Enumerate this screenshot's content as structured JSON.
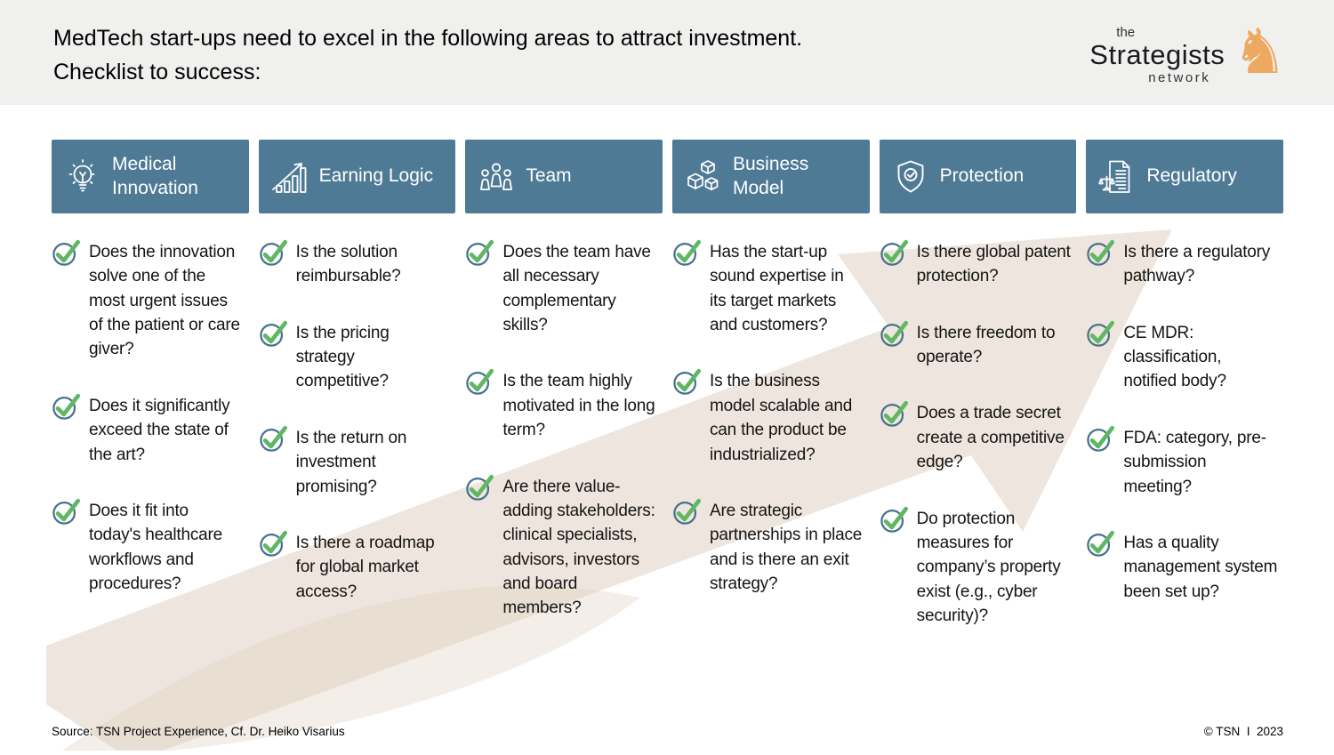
{
  "header": {
    "title_line1": "MedTech start-ups need to excel in the following areas to attract investment.",
    "title_line2": "Checklist to success:",
    "logo": {
      "top": "the",
      "main": "Strategists",
      "bottom": "network",
      "knight_icon": "chess-knight-icon",
      "knight_glyph": "♞"
    }
  },
  "colors": {
    "band_gray": "#F0F0EF",
    "header_blue": "#4F7A96",
    "check_green": "#5FB763",
    "check_ring": "#47718D",
    "arrow_beige": "#DDCEBD",
    "knight_orange": "#EDA95F"
  },
  "columns": [
    {
      "title": "Medical Innovation",
      "icon": "lightbulb-icon",
      "items": [
        "Does the innovation solve one of the most urgent issues of the patient or care giver?",
        "Does it significantly exceed the state of the art?",
        "Does it fit into today's healthcare workflows and procedures?"
      ]
    },
    {
      "title": "Earning Logic",
      "icon": "growth-chart-icon",
      "items": [
        "Is the solution reimbursable?",
        "Is the pricing strategy competitive?",
        "Is the return on investment promising?",
        "Is there a roadmap for global market access?"
      ]
    },
    {
      "title": "Team",
      "icon": "team-icon",
      "items": [
        "Does the team have all necessary complementary skills?",
        "Is the team highly motivated in the long term?",
        "Are there value-adding stakeholders: clinical specialists, advisors, investors and board members?"
      ]
    },
    {
      "title": "Business Model",
      "icon": "cubes-icon",
      "items": [
        "Has the start-up sound expertise in its target markets and customers?",
        "Is the business model scalable and can the product be industrialized?",
        "Are strategic partnerships in place and is there an exit strategy?"
      ]
    },
    {
      "title": "Protection",
      "icon": "shield-check-icon",
      "items": [
        "Is there global patent protection?",
        "Is there freedom to operate?",
        "Does a trade secret create a competitive edge?",
        "Do protection measures for company’s property exist (e.g., cyber security)?"
      ]
    },
    {
      "title": "Regulatory",
      "icon": "document-scales-icon",
      "items": [
        "Is there a regulatory pathway?",
        "CE MDR: classification, notified body?",
        "FDA: category, pre-submission meeting?",
        "Has a quality management system been set up?"
      ]
    }
  ],
  "footer": {
    "source": "Source: TSN Project Experience, Cf. Dr. Heiko Visarius",
    "copyright": "© TSN  I  2023"
  }
}
